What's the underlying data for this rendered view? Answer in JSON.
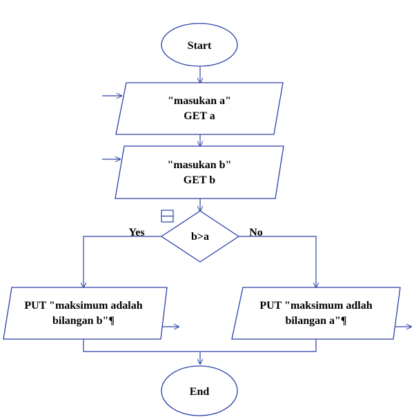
{
  "flowchart": {
    "start": "Start",
    "input_a": {
      "line1": "\"masukan a\"",
      "line2": "GET a"
    },
    "input_b": {
      "line1": "\"masukan b\"",
      "line2": "GET b"
    },
    "decision": "b>a",
    "yes_label": "Yes",
    "no_label": "No",
    "output_left": {
      "line1": "PUT \"maksimum adalah",
      "line2": "bilangan b\"¶"
    },
    "output_right": {
      "line1": "PUT \"maksimum adlah",
      "line2": "bilangan a\"¶"
    },
    "end": "End"
  },
  "colors": {
    "stroke": "#2a3fa6",
    "text": "#000000",
    "background": "#ffffff"
  }
}
